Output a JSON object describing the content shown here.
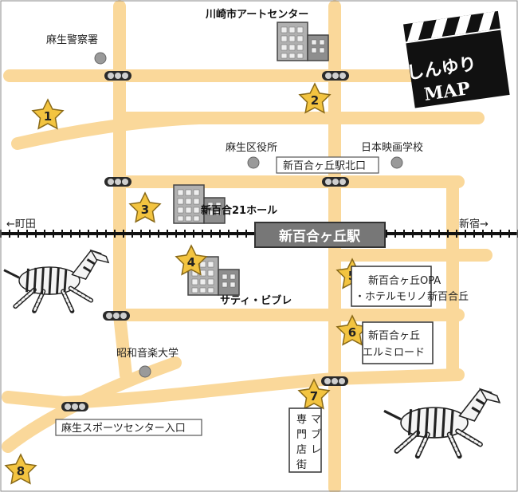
{
  "map": {
    "colors": {
      "road": "#fad89a",
      "star": "#f3c440",
      "star_stroke": "#8a6a18",
      "railway": "#111111",
      "station_box": "#777777",
      "building": "#9e9e9e",
      "poi": "#9a9a9a"
    },
    "title_board": {
      "line1": "しんゆり",
      "line2": "MAP"
    },
    "station": {
      "name": "新百合ヶ丘駅"
    },
    "direction_left": "←町田",
    "direction_right": "新宿→",
    "landmarks": {
      "art_center": "川崎市アートセンター",
      "police": "麻生警察署",
      "ward_office": "麻生区役所",
      "film_school": "日本映画学校",
      "north_exit": "新百合ヶ丘駅北口",
      "hall21": "新百合21ホール",
      "saty": "サティ・ビブレ",
      "opa_line1": "新百合ヶ丘OPA",
      "opa_line2": "・ホテルモリノ新百合丘",
      "elmi_line1": "新百合ヶ丘",
      "elmi_line2": "エルミロード",
      "music_univ": "昭和音楽大学",
      "mabure_1": "マ",
      "mabure_2": "ブ",
      "mabure_3": "レ",
      "senmon_1": "専",
      "senmon_2": "門",
      "senmon_3": "店",
      "senmon_4": "街",
      "sports_center": "麻生スポーツセンター入口"
    },
    "stars": [
      "1",
      "2",
      "3",
      "4",
      "5",
      "6",
      "7",
      "8"
    ],
    "icons": [
      "traffic-light-icon",
      "building-icon",
      "zebra-icon",
      "star-icon",
      "clapperboard-icon"
    ]
  }
}
